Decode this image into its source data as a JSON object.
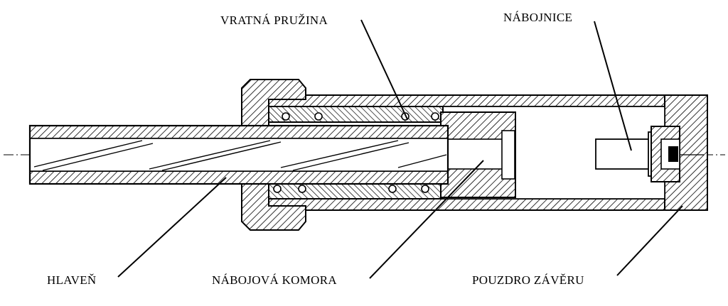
{
  "labels": {
    "return_spring": "VRATNÁ PRUŽINA",
    "cartridge": "NÁBOJNICE",
    "barrel": "HLAVEŇ",
    "chamber": "NÁBOJOVÁ KOMORA",
    "bolt_housing": "POUZDRO ZÁVĚRU"
  }
}
